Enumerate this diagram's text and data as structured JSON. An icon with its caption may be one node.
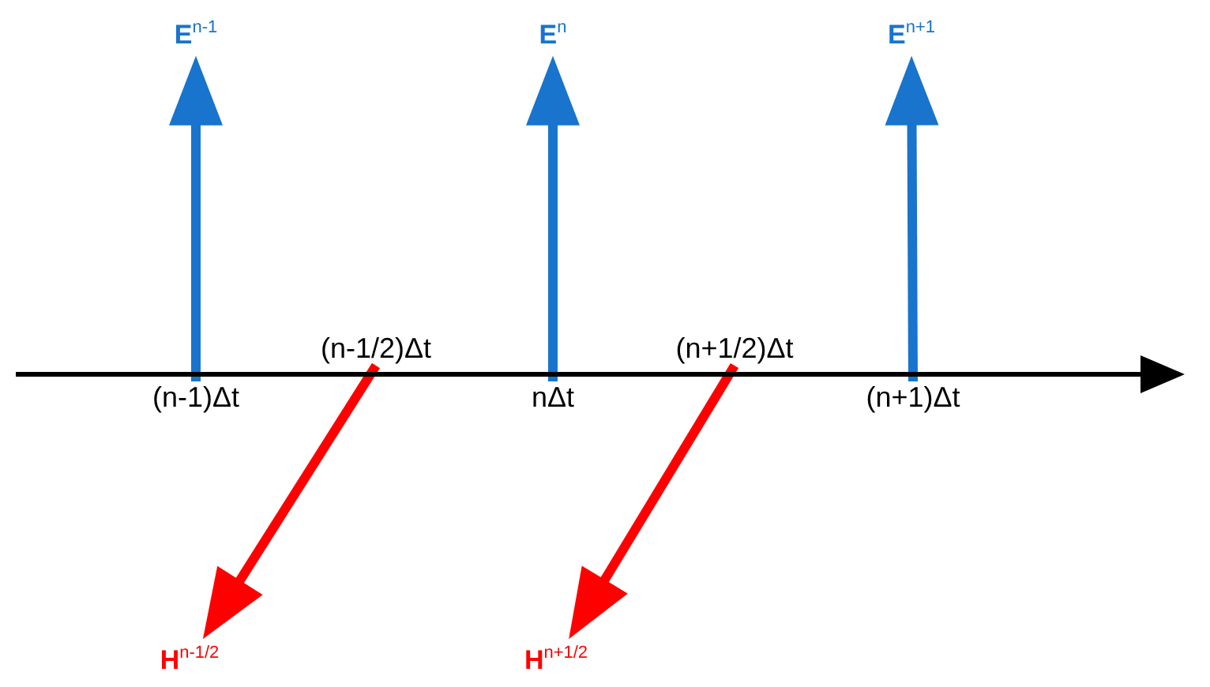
{
  "diagram": {
    "nodes": [
      {
        "text": [
          "E$^{n-1}$"
        ]
      },
      {
        "text": [
          "E$^{n}$"
        ]
      },
      {
        "text": [
          "E$^{n+1}$"
        ]
      },
      {
        "text": [
          "H$^{n-1/2}$"
        ]
      },
      {
        "text": [
          "H$^{n+1/2}$"
        ]
      },
      {
        "text": [
          "(n-1/2)Δt"
        ]
      },
      {
        "text": [
          "(n+1/2)Δt"
        ]
      },
      {
        "text": [
          "(n-1)Δt"
        ]
      },
      {
        "text": [
          "nΔt"
        ]
      },
      {
        "text": [
          "(n+1)Δt"
        ]
      }
    ],
    "edges": [
      {
        "from": 7,
        "to": 0,
        "arrow": "to"
      },
      {
        "from": 8,
        "to": 1,
        "arrow": "to"
      },
      {
        "from": 9,
        "to": 2,
        "arrow": "to"
      },
      {
        "from": 5,
        "to": 3,
        "arrow": "to",
        "color": "#ff0000"
      },
      {
        "from": 6,
        "to": 4,
        "arrow": "to",
        "color": "#ff0000"
      }
    ]
  }
}
